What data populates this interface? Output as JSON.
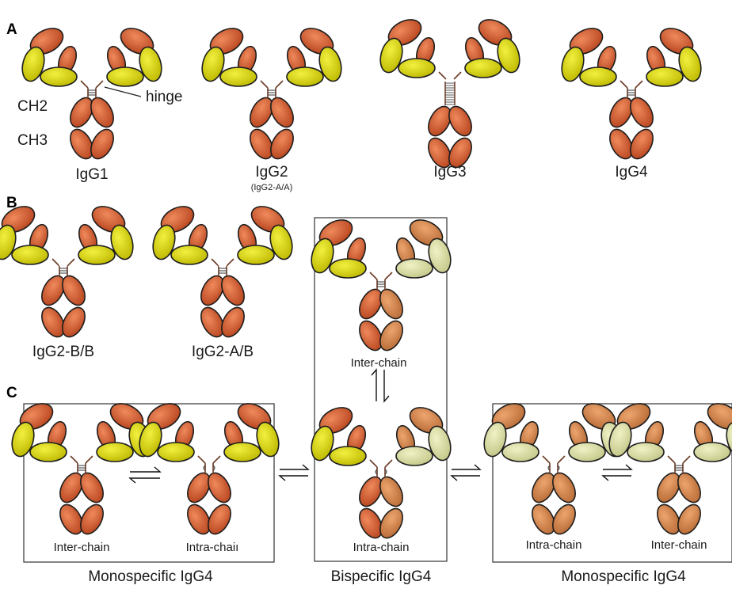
{
  "panels": {
    "a": "A",
    "b": "B",
    "c": "C"
  },
  "colors": {
    "heavy": "#c9522a",
    "light_yellow": "#d7d400",
    "heavy_tan": "#cf8049",
    "light_pale": "#d9dca0",
    "outline": "#1e1e1e",
    "hinge": "#6b3a25"
  },
  "panel_a": {
    "labels": [
      "IgG1",
      "IgG2",
      "IgG3",
      "IgG4"
    ],
    "igg2_sub": "(IgG2-A/A)",
    "hinge": "hinge",
    "ch2": "CH2",
    "ch3": "CH3"
  },
  "panel_b": {
    "labels": [
      "IgG2-B/B",
      "IgG2-A/B"
    ]
  },
  "panel_c": {
    "inter_chain": "Inter-chain",
    "intra_chain_left": "Intra-chaiı",
    "intra_chain": "Intra-chain",
    "monospecific": "Monospecific IgG4",
    "bispecific": "Bispecific IgG4"
  }
}
